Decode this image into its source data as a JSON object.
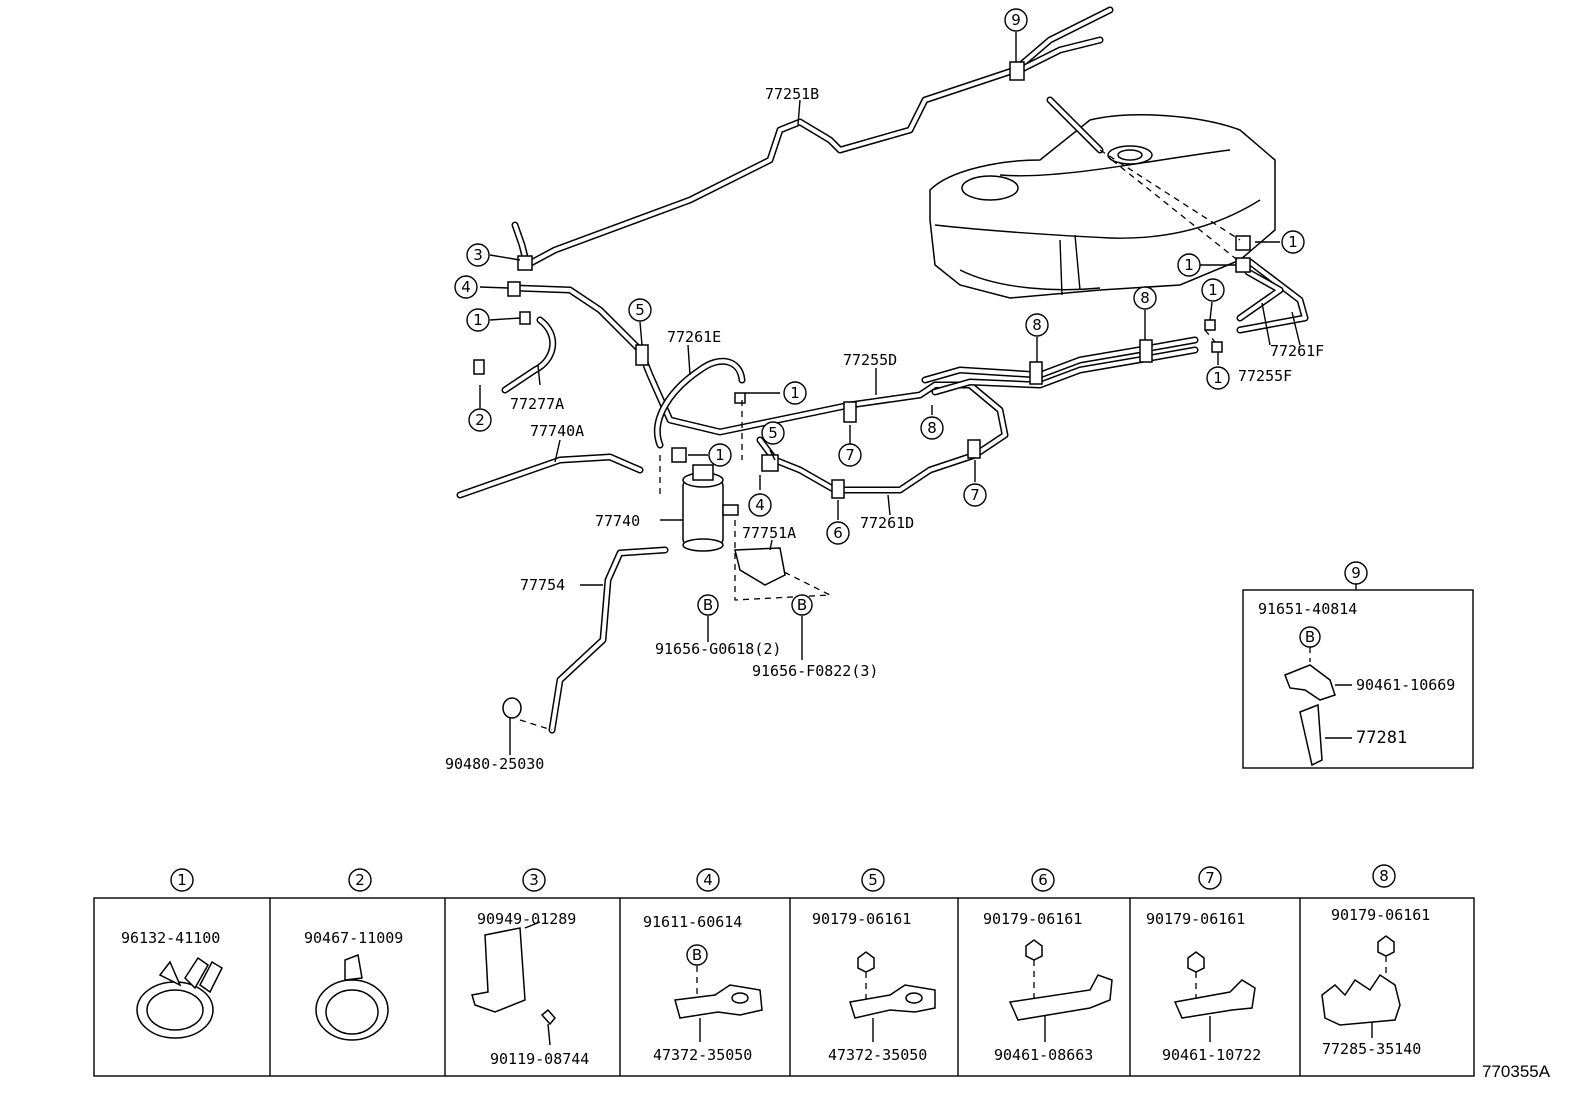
{
  "main_callouts": {
    "p77251B": "77251B",
    "p77261E": "77261E",
    "p77255D": "77255D",
    "p77277A": "77277A",
    "p77740A": "77740A",
    "p77740": "77740",
    "p77751A": "77751A",
    "p77261D": "77261D",
    "p77754": "77754",
    "p77261F": "77261F",
    "p77255F": "77255F",
    "p91656_G0618": "91656-G0618(2)",
    "p91656_F0822": "91656-F0822(3)",
    "p90480_25030": "90480-25030"
  },
  "inset_9": {
    "number": "9",
    "bolt": "91651-40814",
    "clamp": "90461-10669",
    "bracket": "77281"
  },
  "bolt_marker": "B",
  "clamp_table": [
    {
      "number": "1",
      "parts": [
        "96132-41100"
      ]
    },
    {
      "number": "2",
      "parts": [
        "90467-11009"
      ]
    },
    {
      "number": "3",
      "parts": [
        "90949-01289",
        "90119-08744"
      ]
    },
    {
      "number": "4",
      "parts": [
        "91611-60614",
        "47372-35050"
      ]
    },
    {
      "number": "5",
      "parts": [
        "90179-06161",
        "47372-35050"
      ]
    },
    {
      "number": "6",
      "parts": [
        "90179-06161",
        "90461-08663"
      ]
    },
    {
      "number": "7",
      "parts": [
        "90179-06161",
        "90461-10722"
      ]
    },
    {
      "number": "8",
      "parts": [
        "90179-06161",
        "77285-35140"
      ]
    }
  ],
  "figure_ref": "770355A"
}
